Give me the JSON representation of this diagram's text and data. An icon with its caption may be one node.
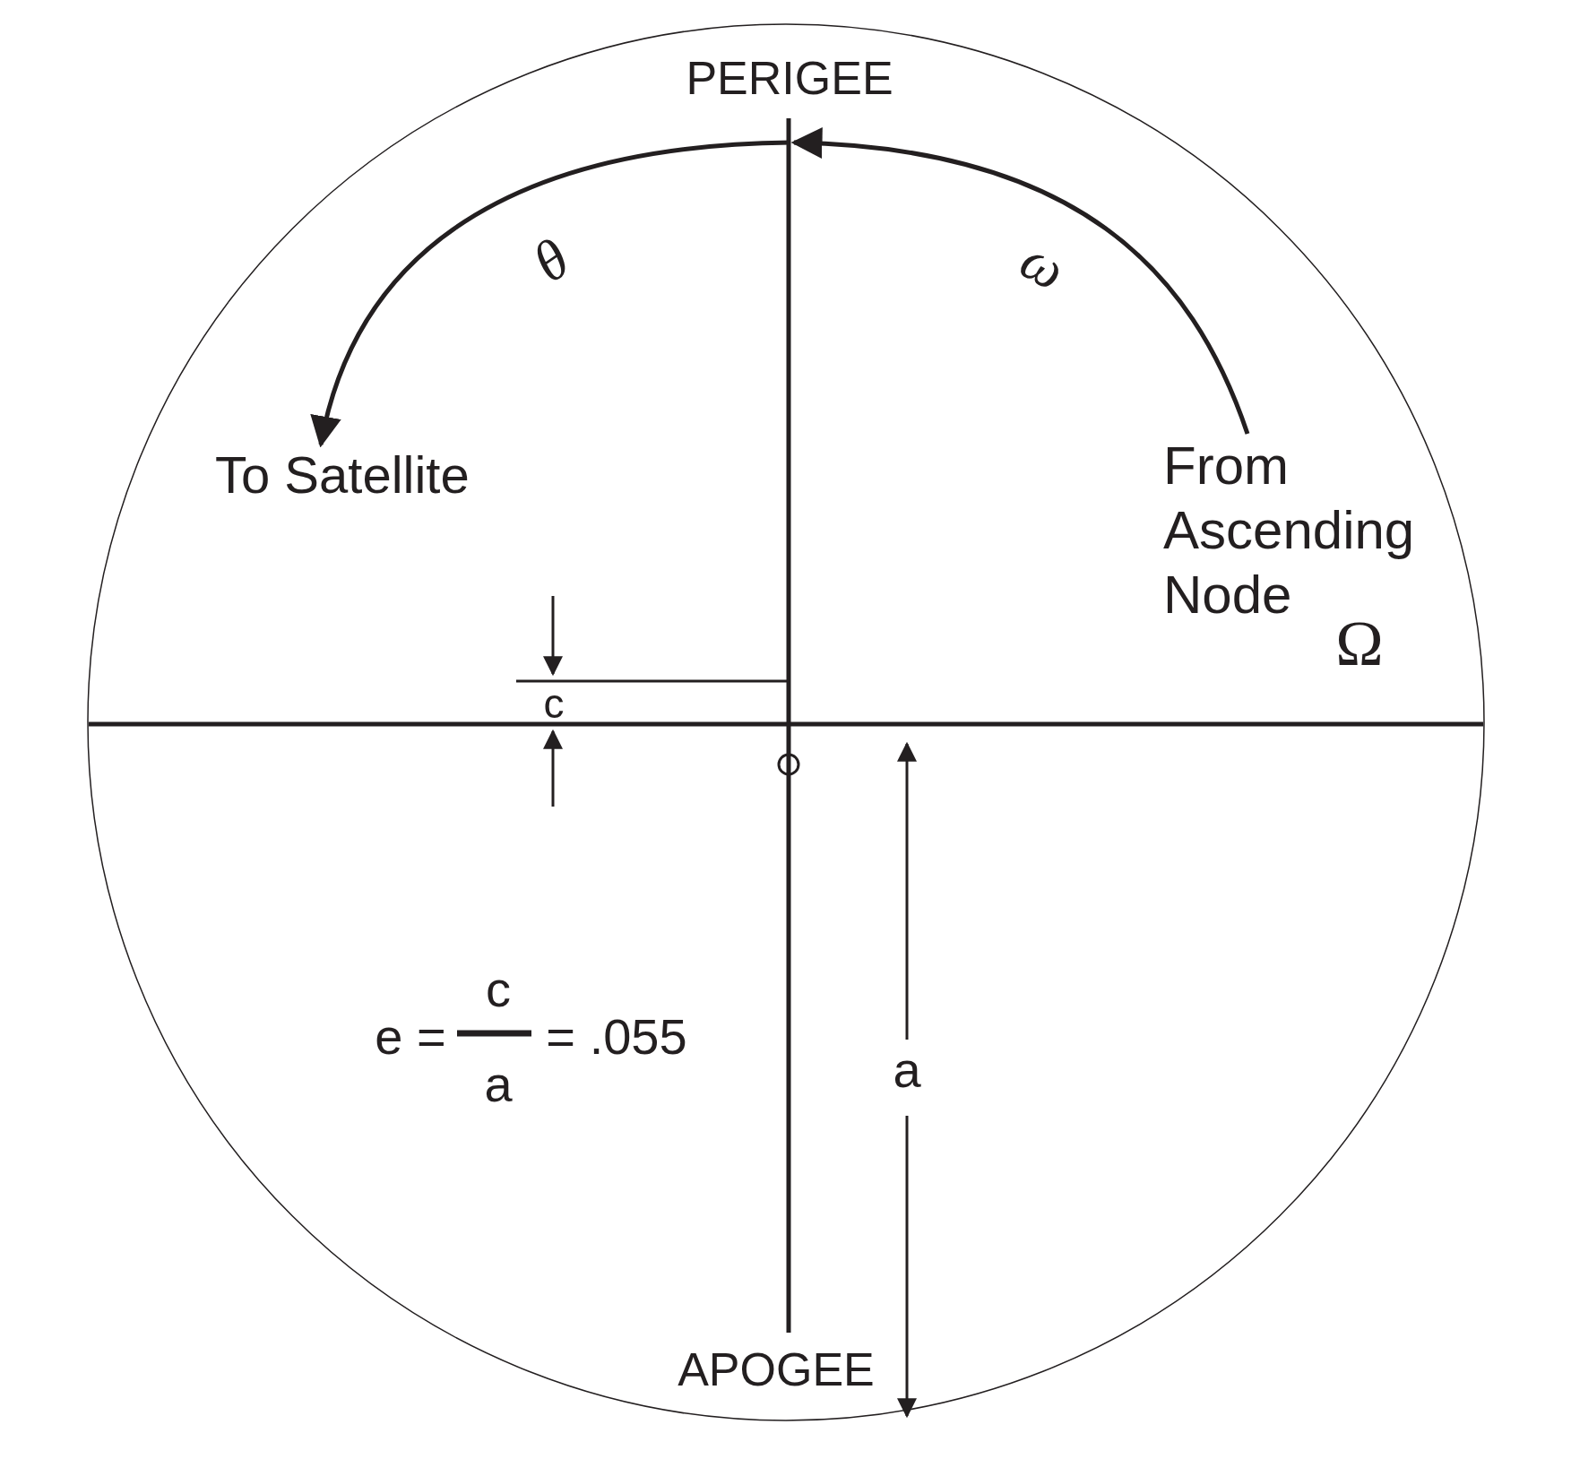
{
  "diagram": {
    "nodes": [
      {
        "text": [
          "PERIGEE"
        ]
      },
      {
        "text": [
          "APOGEE"
        ]
      },
      {
        "text": [
          "To Satellite"
        ]
      },
      {
        "text": [
          "From Ascending Node"
        ]
      }
    ],
    "edges": [
      {
        "from": 3,
        "to": 0,
        "arrow": "to",
        "label": "ω"
      },
      {
        "from": 0,
        "to": 2,
        "arrow": "to",
        "label": "θ"
      },
      {
        "from": 0,
        "to": 1,
        "arrow": "none"
      }
    ],
    "labels": [
      "Ω",
      "c",
      "c",
      "e =",
      "= .055",
      "a",
      "a"
    ]
  }
}
